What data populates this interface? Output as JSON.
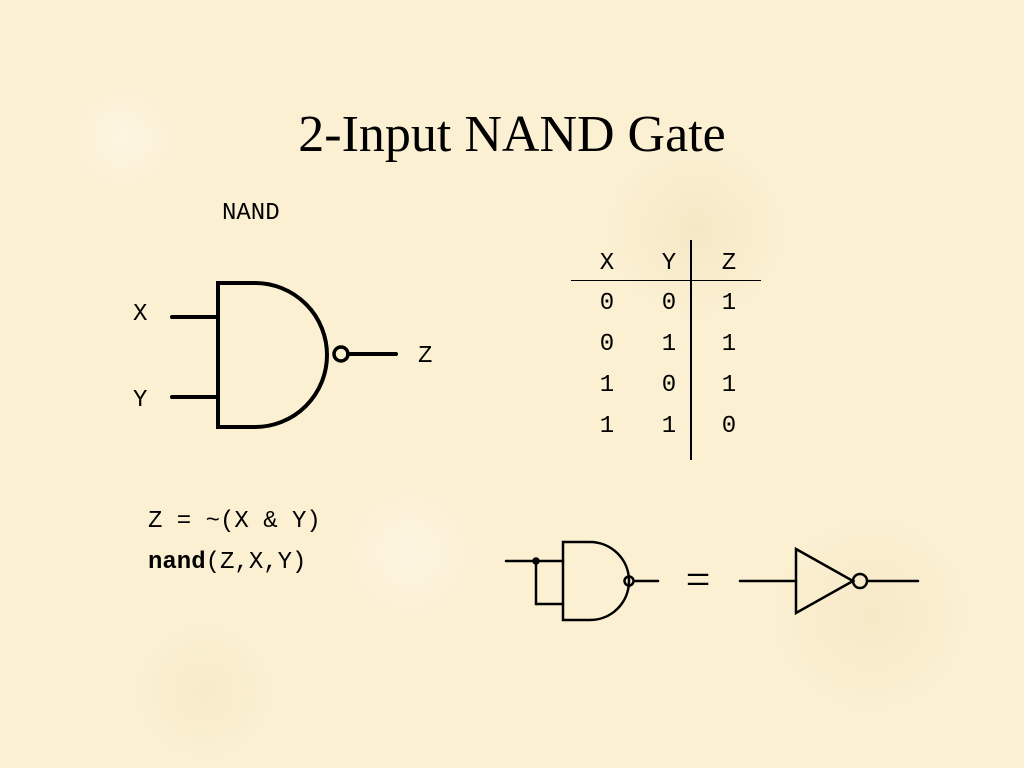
{
  "slide": {
    "title": "2-Input NAND Gate"
  },
  "gate_diagram": {
    "heading": "NAND",
    "input_x_label": "X",
    "input_y_label": "Y",
    "output_label": "Z"
  },
  "truth_table": {
    "headers": [
      "X",
      "Y",
      "Z"
    ],
    "rows": [
      [
        "0",
        "0",
        "1"
      ],
      [
        "0",
        "1",
        "1"
      ],
      [
        "1",
        "0",
        "1"
      ],
      [
        "1",
        "1",
        "0"
      ]
    ]
  },
  "code": {
    "expression": "Z = ~(X & Y)",
    "call_keyword": "nand",
    "call_args": "(Z,X,Y)"
  },
  "equivalence": {
    "symbol": "="
  },
  "colors": {
    "background": "#fbf0d2",
    "ink": "#000000"
  }
}
